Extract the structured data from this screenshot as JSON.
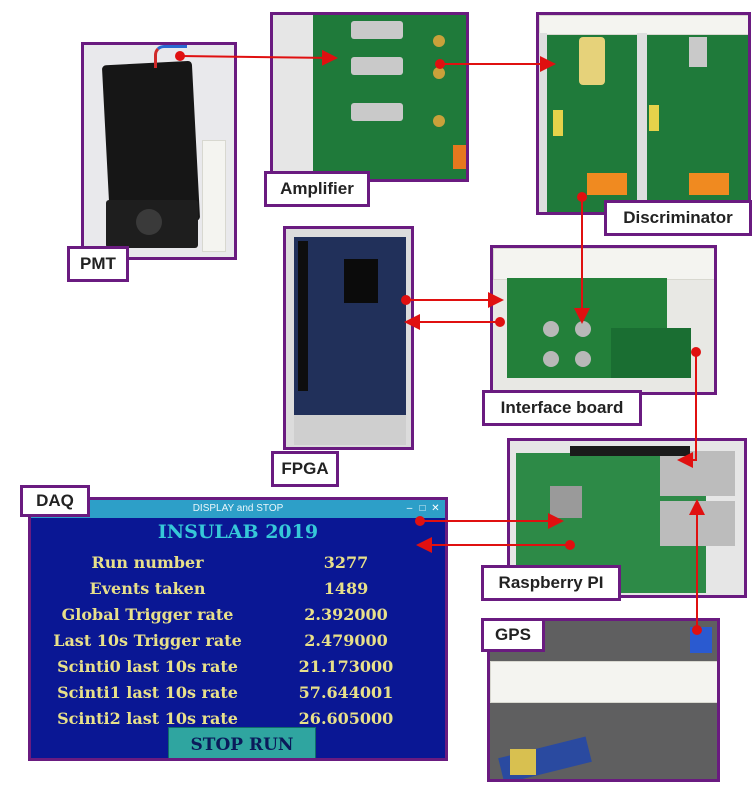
{
  "labels": {
    "pmt": "PMT",
    "amplifier": "Amplifier",
    "discriminator": "Discriminator",
    "fpga": "FPGA",
    "interface_board": "Interface board",
    "daq": "DAQ",
    "raspberry_pi": "Raspberry PI",
    "gps": "GPS"
  },
  "daq_window": {
    "titlebar": "DISPLAY and STOP",
    "heading": "INSULAB 2019",
    "rows": [
      {
        "label": "Run number",
        "value": "3277"
      },
      {
        "label": "Events taken",
        "value": "1489"
      },
      {
        "label": "Global Trigger rate",
        "value": "2.392000"
      },
      {
        "label": "Last 10s Trigger rate",
        "value": "2.479000"
      },
      {
        "label": "Scinti0 last 10s rate",
        "value": "21.173000"
      },
      {
        "label": "Scinti1 last 10s rate",
        "value": "57.644001"
      },
      {
        "label": "Scinti2 last 10s rate",
        "value": "26.605000"
      }
    ],
    "stop_button": "STOP RUN"
  },
  "colors": {
    "frame": "#6a1b80",
    "arrow": "#e01010",
    "board_green": "#1f7a3a",
    "screen_blue": "#0a1794",
    "daq_text": "#e8e08a",
    "daq_heading": "#36c8d8"
  }
}
